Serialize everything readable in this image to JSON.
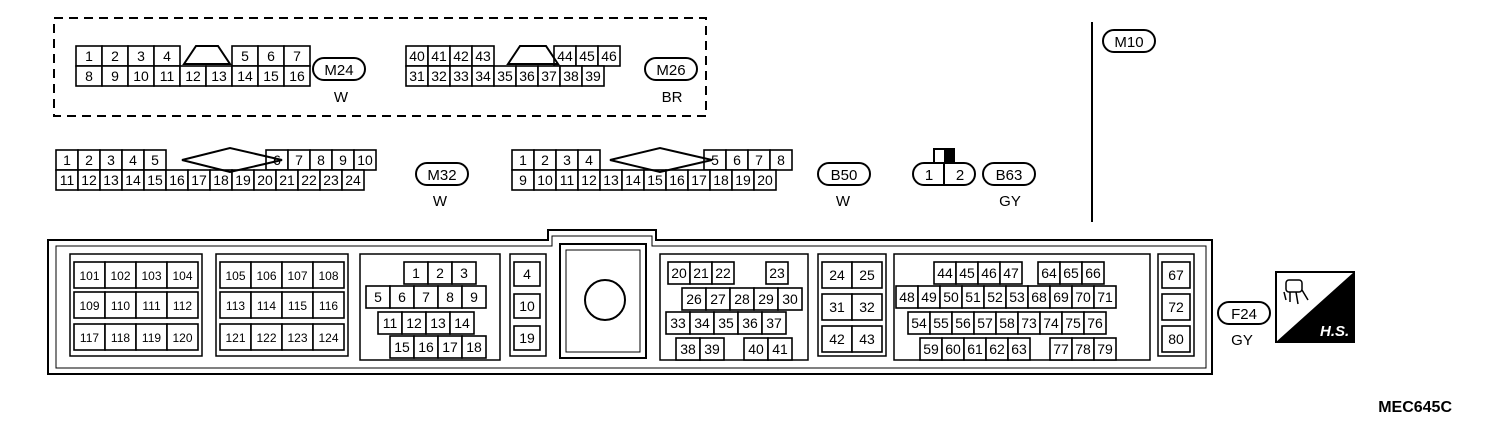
{
  "figure_code": "MEC645C",
  "hs_badge": "H.S.",
  "connectors": {
    "m24": {
      "id": "M24",
      "color": "W",
      "row1": [
        "1",
        "2",
        "3",
        "4",
        "",
        "5",
        "6",
        "7"
      ],
      "row2": [
        "8",
        "9",
        "10",
        "11",
        "12",
        "13",
        "14",
        "15",
        "16"
      ]
    },
    "m26": {
      "id": "M26",
      "color": "BR",
      "row1": [
        "40",
        "41",
        "42",
        "43",
        "",
        "44",
        "45",
        "46"
      ],
      "row2": [
        "31",
        "32",
        "33",
        "34",
        "35",
        "36",
        "37",
        "38",
        "39"
      ]
    },
    "m10": {
      "id": "M10"
    },
    "m32": {
      "id": "M32",
      "color": "W",
      "row1": [
        "1",
        "2",
        "3",
        "4",
        "5",
        "",
        "6",
        "7",
        "8",
        "9",
        "10"
      ],
      "row2": [
        "11",
        "12",
        "13",
        "14",
        "15",
        "16",
        "17",
        "18",
        "19",
        "20",
        "21",
        "22",
        "23",
        "24"
      ]
    },
    "b50": {
      "id": "B50",
      "color": "W",
      "row1": [
        "1",
        "2",
        "3",
        "4",
        "",
        "5",
        "6",
        "7",
        "8"
      ],
      "row2": [
        "9",
        "10",
        "11",
        "12",
        "13",
        "14",
        "15",
        "16",
        "17",
        "18",
        "19",
        "20"
      ]
    },
    "b63": {
      "id": "B63",
      "color": "GY",
      "pins": [
        "1",
        "2"
      ]
    },
    "f24": {
      "id": "F24",
      "color": "GY"
    }
  },
  "ecm_groups": {
    "g1": [
      [
        "101",
        "102",
        "103",
        "104"
      ],
      [
        "109",
        "110",
        "111",
        "112"
      ],
      [
        "117",
        "118",
        "119",
        "120"
      ]
    ],
    "g2": [
      [
        "105",
        "106",
        "107",
        "108"
      ],
      [
        "113",
        "114",
        "115",
        "116"
      ],
      [
        "121",
        "122",
        "123",
        "124"
      ]
    ],
    "g3": [
      [
        "1",
        "2",
        "3"
      ],
      [
        "5",
        "6",
        "7",
        "8",
        "9"
      ],
      [
        "11",
        "12",
        "13",
        "14"
      ],
      [
        "15",
        "16",
        "17",
        "18"
      ]
    ],
    "g4": [
      [
        "4"
      ],
      [
        "10"
      ],
      [
        "19"
      ]
    ],
    "g5": [
      [
        "20",
        "21",
        "22",
        "23"
      ],
      [
        "26",
        "27",
        "28",
        "29",
        "30"
      ],
      [
        "33",
        "34",
        "35",
        "36",
        "37"
      ],
      [
        "38",
        "39",
        "40",
        "41"
      ]
    ],
    "g6": [
      [
        "24",
        "25"
      ],
      [
        "31",
        "32"
      ],
      [
        "42",
        "43"
      ]
    ],
    "g7": [
      [
        "44",
        "45",
        "46",
        "47",
        "64",
        "65",
        "66"
      ],
      [
        "48",
        "49",
        "50",
        "51",
        "52",
        "53",
        "68",
        "69",
        "70",
        "71"
      ],
      [
        "54",
        "55",
        "56",
        "57",
        "58",
        "73",
        "74",
        "75",
        "76"
      ],
      [
        "59",
        "60",
        "61",
        "62",
        "63",
        "77",
        "78",
        "79"
      ]
    ],
    "g8": [
      [
        "67"
      ],
      [
        "72"
      ],
      [
        "80"
      ]
    ]
  }
}
